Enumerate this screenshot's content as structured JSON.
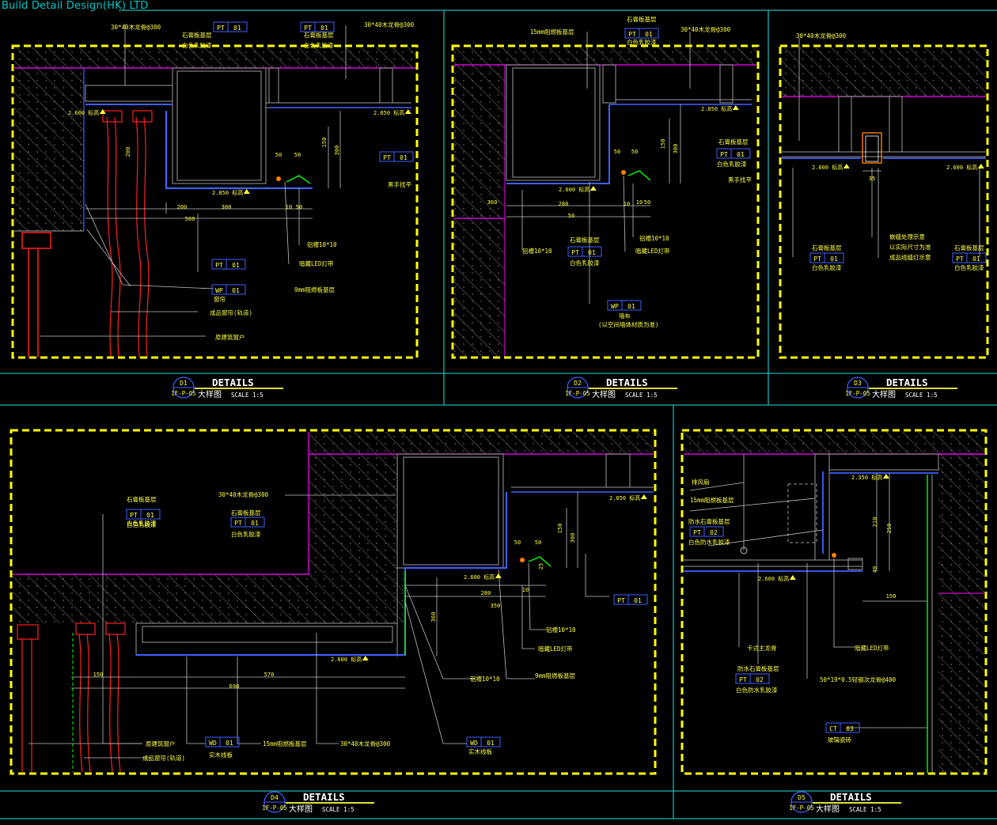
{
  "company": "Build Detail Design(HK) LTD",
  "colors": {
    "frame": "#19b3b3",
    "border": "#ffff00",
    "magenta": "#ff00ff",
    "red": "#ff2020",
    "green": "#00ff00",
    "blue": "#4060ff",
    "text": "#ffff40"
  },
  "panels": [
    {
      "id": "D1",
      "sheet": "1F-P-05",
      "title": "DETAILS",
      "subtitle": "大样图",
      "scale": "SCALE 1:5",
      "notes": [
        "30*40木龙骨@300",
        "石膏板基层",
        "白色乳胶漆",
        "30*40木龙骨@300",
        "石膏板基层",
        "白色乳胶漆",
        "窗帘",
        "成品窗帘(轨道)",
        "原建筑窗户",
        "暗藏LED灯带",
        "9mm阻燃板基层",
        "铝槽10*10",
        "黑手找平"
      ],
      "levels": [
        "2.600 标高",
        "2.850 标高",
        "2.850 标高"
      ],
      "dims": [
        "200",
        "50",
        "50",
        "150",
        "300",
        "200",
        "300",
        "560",
        "10",
        "50"
      ],
      "tags": [
        {
          "code": "PT",
          "num": "01"
        },
        {
          "code": "PT",
          "num": "01"
        },
        {
          "code": "PT",
          "num": "01"
        },
        {
          "code": "PT",
          "num": "01"
        },
        {
          "code": "WP",
          "num": "01"
        }
      ]
    },
    {
      "id": "D2",
      "sheet": "1F-P-05",
      "title": "DETAILS",
      "subtitle": "大样图",
      "scale": "SCALE 1:5",
      "notes": [
        "15mm阻燃板基层",
        "石膏板基层",
        "白色乳胶漆",
        "30*40木龙骨@300",
        "石膏板基层",
        "白色乳胶漆",
        "黑手找平",
        "铝槽10*10",
        "暗藏LED灯带",
        "铝槽10*10",
        "墙布",
        "(以空间墙体材质为准)",
        "石膏板基层",
        "白色乳胶漆"
      ],
      "levels": [
        "2.850 标高",
        "2.600 标高"
      ],
      "dims": [
        "50",
        "50",
        "150",
        "300",
        "280",
        "10",
        "50",
        "360",
        "50",
        "10"
      ],
      "tags": [
        {
          "code": "PT",
          "num": "01"
        },
        {
          "code": "PT",
          "num": "01"
        },
        {
          "code": "PT",
          "num": "01"
        },
        {
          "code": "WP",
          "num": "01"
        }
      ]
    },
    {
      "id": "D3",
      "sheet": "1F-P-05",
      "title": "DETAILS",
      "subtitle": "大样图",
      "scale": "SCALE 1:5",
      "notes": [
        "30*40木龙骨@300",
        "石膏板基层",
        "白色乳胶漆",
        "石膏板基层",
        "白色乳胶漆",
        "嵌缝处理示意",
        "以实际尺寸为准",
        "成品线缝灯示意"
      ],
      "levels": [
        "2.600 标高",
        "2.600 标高"
      ],
      "dims": [
        "35"
      ],
      "tags": [
        {
          "code": "PT",
          "num": "01"
        },
        {
          "code": "PT",
          "num": "01"
        }
      ]
    },
    {
      "id": "D4",
      "sheet": "1F-P-05",
      "title": "DETAILS",
      "subtitle": "大样图",
      "scale": "SCALE 1:5",
      "notes": [
        "30*40木龙骨@300",
        "白色乳胶漆",
        "石膏板基层",
        "白色乳胶漆",
        "石膏板基层",
        "白色乳胶漆",
        "铝槽10*10",
        "暗藏LED灯带",
        "9mm阻燃板基层",
        "铝槽10*10",
        "原建筑窗户",
        "成品窗帘(轨道)",
        "实木线板",
        "15mm阻燃板基层",
        "30*40木龙骨@300",
        "实木线板"
      ],
      "levels": [
        "2.850 标高",
        "2.600 标高",
        "2.600 标高"
      ],
      "dims": [
        "50",
        "50",
        "150",
        "300",
        "280",
        "350",
        "150",
        "570",
        "690",
        "10",
        "25",
        "360"
      ],
      "tags": [
        {
          "code": "PT",
          "num": "01"
        },
        {
          "code": "PT",
          "num": "01"
        },
        {
          "code": "PT",
          "num": "01"
        },
        {
          "code": "WD",
          "num": "01"
        },
        {
          "code": "WD",
          "num": "01"
        }
      ]
    },
    {
      "id": "D5",
      "sheet": "1F-P-05",
      "title": "DETAILS",
      "subtitle": "大样图",
      "scale": "SCALE 1:5",
      "notes": [
        "排风扇",
        "15mm阻燃板基层",
        "防水石膏板基层",
        "白色防水乳胶漆",
        "卡式主龙骨",
        "防水石膏板基层",
        "白色防水乳胶漆",
        "暗藏LED灯带",
        "50*19*0.5轻钢次龙骨@400",
        "玻璃瓷砖"
      ],
      "levels": [
        "2.600 标高",
        "2.350 标高"
      ],
      "dims": [
        "210",
        "250",
        "40",
        "150"
      ],
      "tags": [
        {
          "code": "PT",
          "num": "02"
        },
        {
          "code": "PT",
          "num": "02"
        },
        {
          "code": "CT",
          "num": "03"
        }
      ]
    }
  ]
}
